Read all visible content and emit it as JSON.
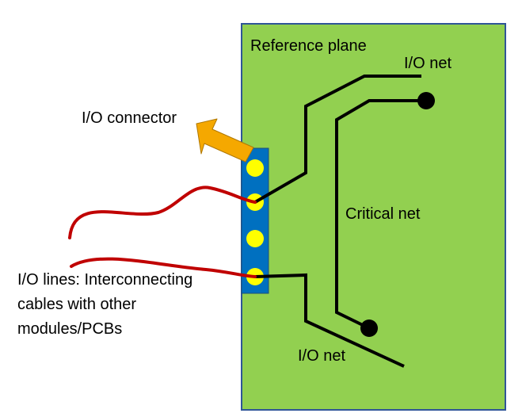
{
  "labels": {
    "reference_plane": "Reference plane",
    "io_net_top": "I/O net",
    "io_connector": "I/O connector",
    "critical_net": "Critical net",
    "io_lines_line1": "I/O lines: Interconnecting",
    "io_lines_line2": "cables with other",
    "io_lines_line3": "modules/PCBs",
    "io_net_bottom": "I/O net"
  },
  "colors": {
    "reference_plane_fill": "#92d050",
    "reference_plane_border": "#2f5597",
    "connector_fill": "#0070c0",
    "pin_fill": "#ffff00",
    "trace": "#000000",
    "cable": "#c00000",
    "arrow_fill": "#f5a800",
    "arrow_stroke": "#b07800"
  }
}
